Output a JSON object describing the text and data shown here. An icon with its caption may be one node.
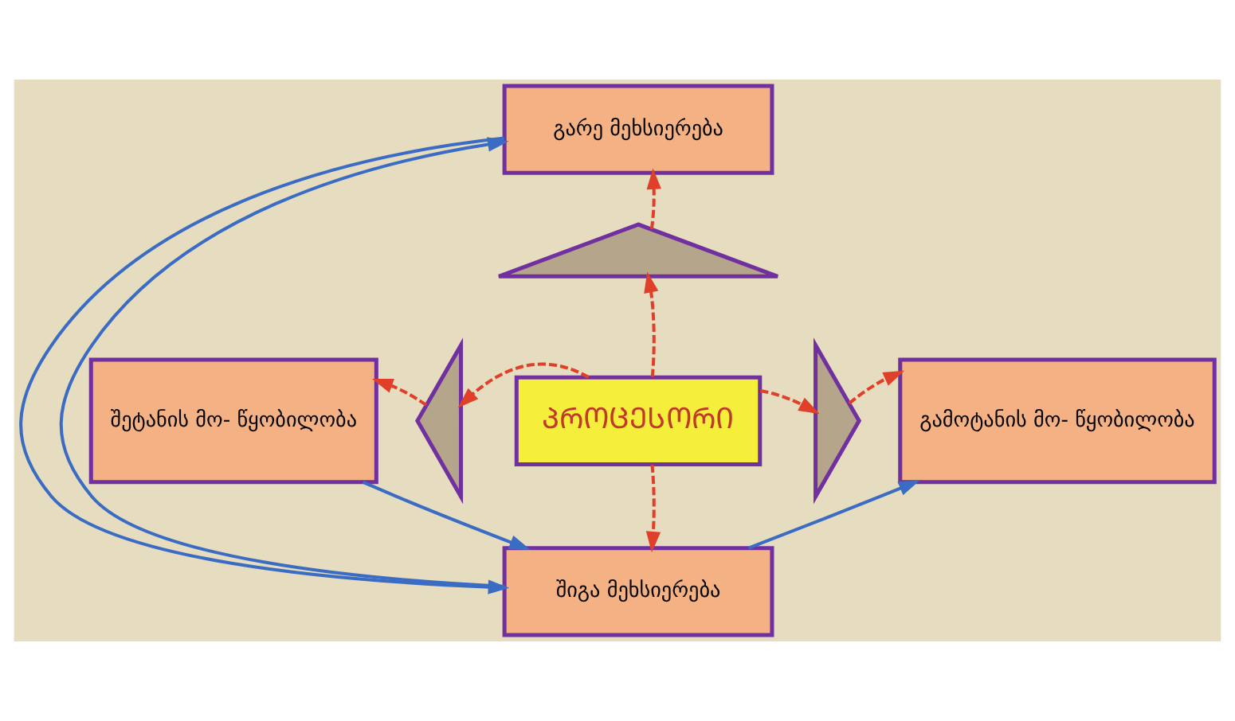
{
  "diagram": {
    "nodes": [
      {
        "text": [
          "გარე მეხსიერება"
        ]
      },
      {
        "text": [
          "შეტანის მო- წყობილობა"
        ]
      },
      {
        "text": [
          "ᲞᲠᲝᲪᲔᲡᲝᲠᲘ"
        ]
      },
      {
        "text": [
          "გამოტანის მო- წყობილობა"
        ]
      },
      {
        "text": [
          "შიგა მეხსიერება"
        ]
      },
      {
        "text": [],
        "shape": "triangle"
      },
      {
        "text": [],
        "shape": "triangle"
      },
      {
        "text": [],
        "shape": "triangle"
      }
    ],
    "edges": [
      {
        "from": 2,
        "to": 5,
        "arrow": "to",
        "style": "dashed"
      },
      {
        "from": 5,
        "to": 0,
        "arrow": "to",
        "style": "dashed"
      },
      {
        "from": 2,
        "to": 6,
        "arrow": "to",
        "style": "dashed"
      },
      {
        "from": 6,
        "to": 1,
        "arrow": "to",
        "style": "dashed"
      },
      {
        "from": 2,
        "to": 7,
        "arrow": "to",
        "style": "dashed"
      },
      {
        "from": 7,
        "to": 3,
        "arrow": "to",
        "style": "dashed"
      },
      {
        "from": 2,
        "to": 4,
        "arrow": "to",
        "style": "dashed"
      },
      {
        "from": 4,
        "to": 0,
        "arrow": "to",
        "color": "#3b6cc4"
      },
      {
        "from": 0,
        "to": 4,
        "arrow": "to",
        "color": "#3b6cc4"
      },
      {
        "from": 1,
        "to": 4,
        "arrow": "to",
        "color": "#3b6cc4"
      },
      {
        "from": 4,
        "to": 3,
        "arrow": "to",
        "color": "#3b6cc4"
      }
    ]
  }
}
